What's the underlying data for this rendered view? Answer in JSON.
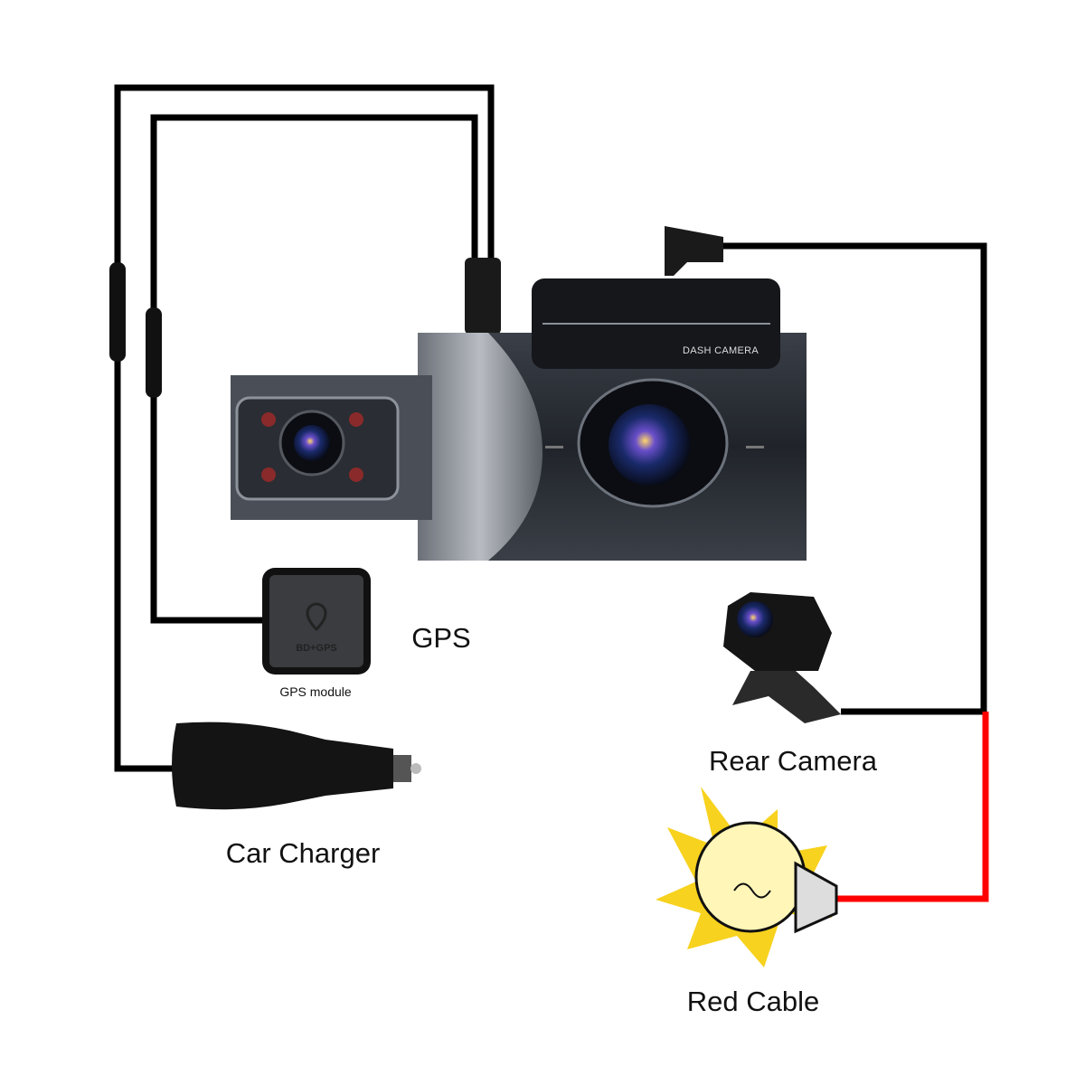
{
  "labels": {
    "gps": "GPS",
    "gps_module": "GPS module",
    "gps_module_marking": "BD+GPS",
    "dash_camera": "DASH CAMERA",
    "rear_camera": "Rear Camera",
    "car_charger": "Car Charger",
    "red_cable": "Red Cable"
  },
  "colors": {
    "wire": "#000000",
    "red_wire": "#ff0000",
    "camera_body": "#2b2f36",
    "bulb_glow": "#f7d21e"
  }
}
